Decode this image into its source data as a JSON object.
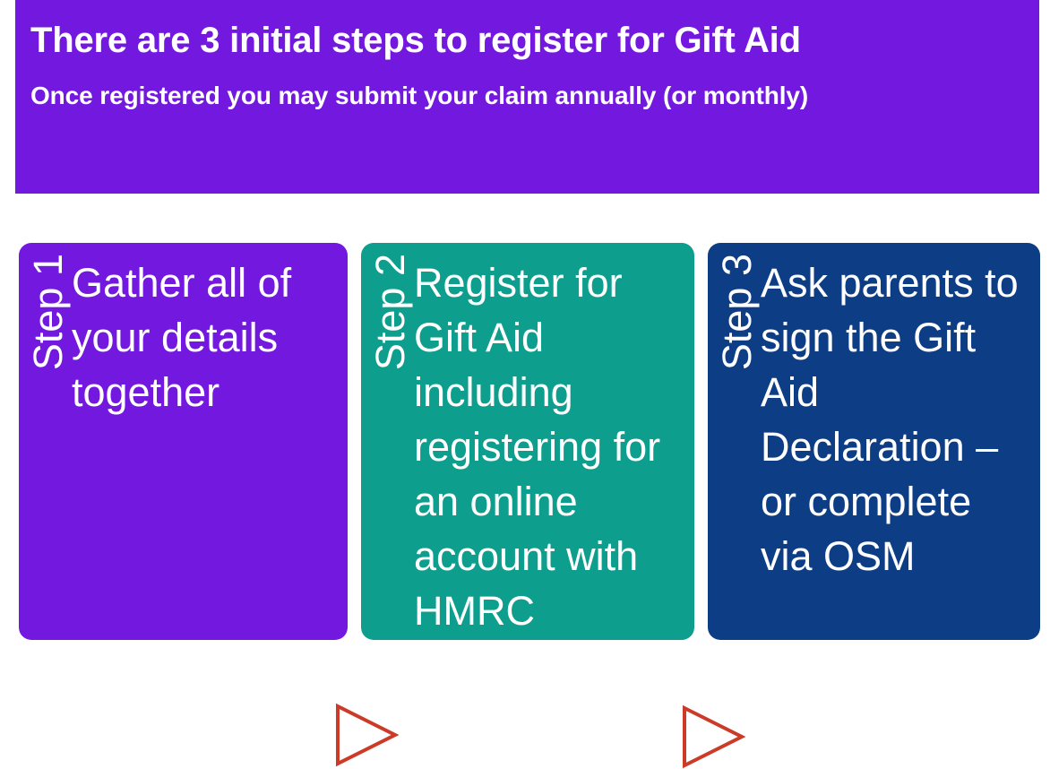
{
  "header": {
    "title": "There are 3 initial steps to register for Gift Aid",
    "subtitle": "Once registered you may submit your claim annually (or monthly)",
    "background_color": "#7318DE",
    "text_color": "#FFFFFF"
  },
  "steps": [
    {
      "label": "Step 1",
      "text": "Gather all of your details together",
      "color": "#7318DE"
    },
    {
      "label": "Step 2",
      "text": "Register for Gift Aid including registering for an online account with HMRC",
      "color": "#0E9E8E"
    },
    {
      "label": "Step 3",
      "text": "Ask parents to sign the Gift Aid Declaration – or complete via OSM",
      "color": "#0D3D85"
    }
  ],
  "arrows": [
    {
      "name": "arrow-step1-to-step2",
      "fill": "#FFFFFF",
      "stroke": "#CC3B28"
    },
    {
      "name": "arrow-step2-to-step3",
      "fill": "#FFFFFF",
      "stroke": "#CC3B28"
    }
  ]
}
